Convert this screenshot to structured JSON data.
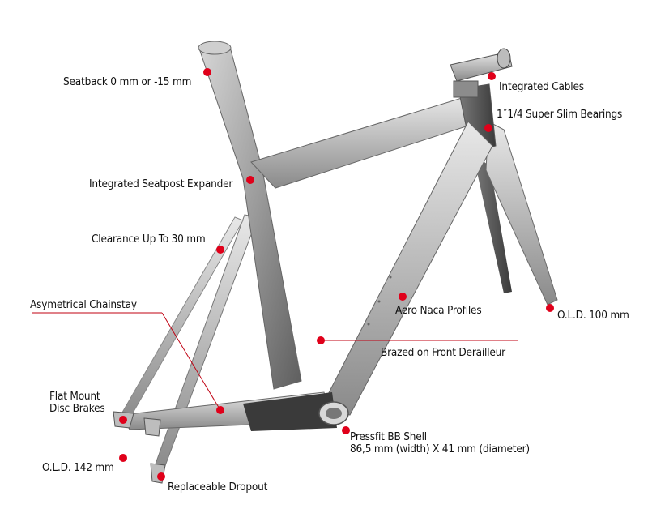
{
  "callouts": {
    "seatback": "Seatback 0 mm or -15 mm",
    "integrated_cables": "Integrated Cables",
    "bearings": "1˝1/4 Super Slim Bearings",
    "seatpost_expander": "Integrated Seatpost Expander",
    "clearance": "Clearance Up To 30 mm",
    "chainstay": "Asymetrical Chainstay",
    "aero_profiles": "Aero Naca Profiles",
    "old_front": "O.L.D. 100 mm",
    "front_derailleur": "Brazed  on Front Derailleur",
    "disc_brakes_line1": "Flat Mount",
    "disc_brakes_line2": "Disc Brakes",
    "bb_shell_line1": "Pressfit BB Shell",
    "bb_shell_line2": "86,5 mm (width) X 41 mm (diameter)",
    "old_rear": "O.L.D. 142 mm",
    "dropout": "Replaceable Dropout"
  },
  "colors": {
    "marker": "#e0001a",
    "leader": "#c00012",
    "frame": "#9a9a9a"
  }
}
